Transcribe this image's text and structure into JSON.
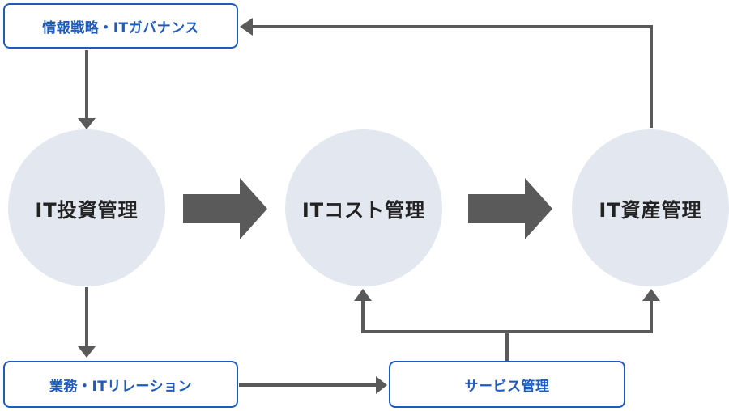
{
  "boxes": {
    "governance": "情報戦略・ITガバナンス",
    "business": "業務・ITリレーション",
    "service": "サービス管理"
  },
  "circles": {
    "investment": "IT投資管理",
    "cost": "ITコスト管理",
    "asset": "IT資産管理"
  },
  "colors": {
    "box_border": "#1e5bbf",
    "circle_fill": "#e3e8f0",
    "arrow": "#5a5a5a"
  }
}
